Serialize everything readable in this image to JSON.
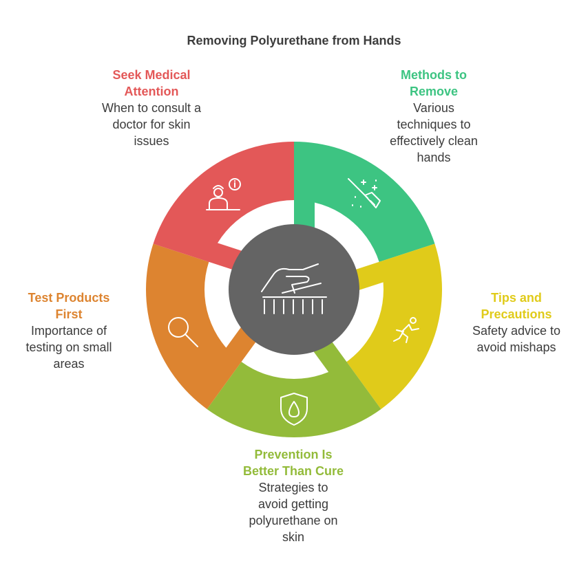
{
  "title": "Removing Polyurethane from Hands",
  "segments": [
    {
      "key": "methods",
      "heading": "Methods to Remove",
      "heading_lines": [
        "Methods to",
        "Remove"
      ],
      "description_lines": [
        "Various",
        "techniques to",
        "effectively clean",
        "hands"
      ],
      "color": "#3dc482",
      "icon": "broom-sparkle-icon"
    },
    {
      "key": "tips",
      "heading": "Tips and Precautions",
      "heading_lines": [
        "Tips and",
        "Precautions"
      ],
      "description_lines": [
        "Safety advice to",
        "avoid mishaps"
      ],
      "color": "#e0cb1a",
      "icon": "slipping-person-icon"
    },
    {
      "key": "prevent",
      "heading": "Prevention Is Better Than Cure",
      "heading_lines": [
        "Prevention Is",
        "Better Than Cure"
      ],
      "description_lines": [
        "Strategies to",
        "avoid getting",
        "polyurethane on",
        "skin"
      ],
      "color": "#93bb3a",
      "icon": "shield-drop-icon"
    },
    {
      "key": "test",
      "heading": "Test Products First",
      "heading_lines": [
        "Test Products",
        "First"
      ],
      "description_lines": [
        "Importance of",
        "testing on small",
        "areas"
      ],
      "color": "#dd8430",
      "icon": "magnifier-icon"
    },
    {
      "key": "medical",
      "heading": "Seek Medical Attention",
      "heading_lines": [
        "Seek Medical",
        "Attention"
      ],
      "description_lines": [
        "When to consult a",
        "doctor for skin",
        "issues"
      ],
      "color": "#e35858",
      "icon": "doctor-info-icon"
    }
  ],
  "center": {
    "color": "#646464",
    "icon": "hand-brush-icon"
  }
}
